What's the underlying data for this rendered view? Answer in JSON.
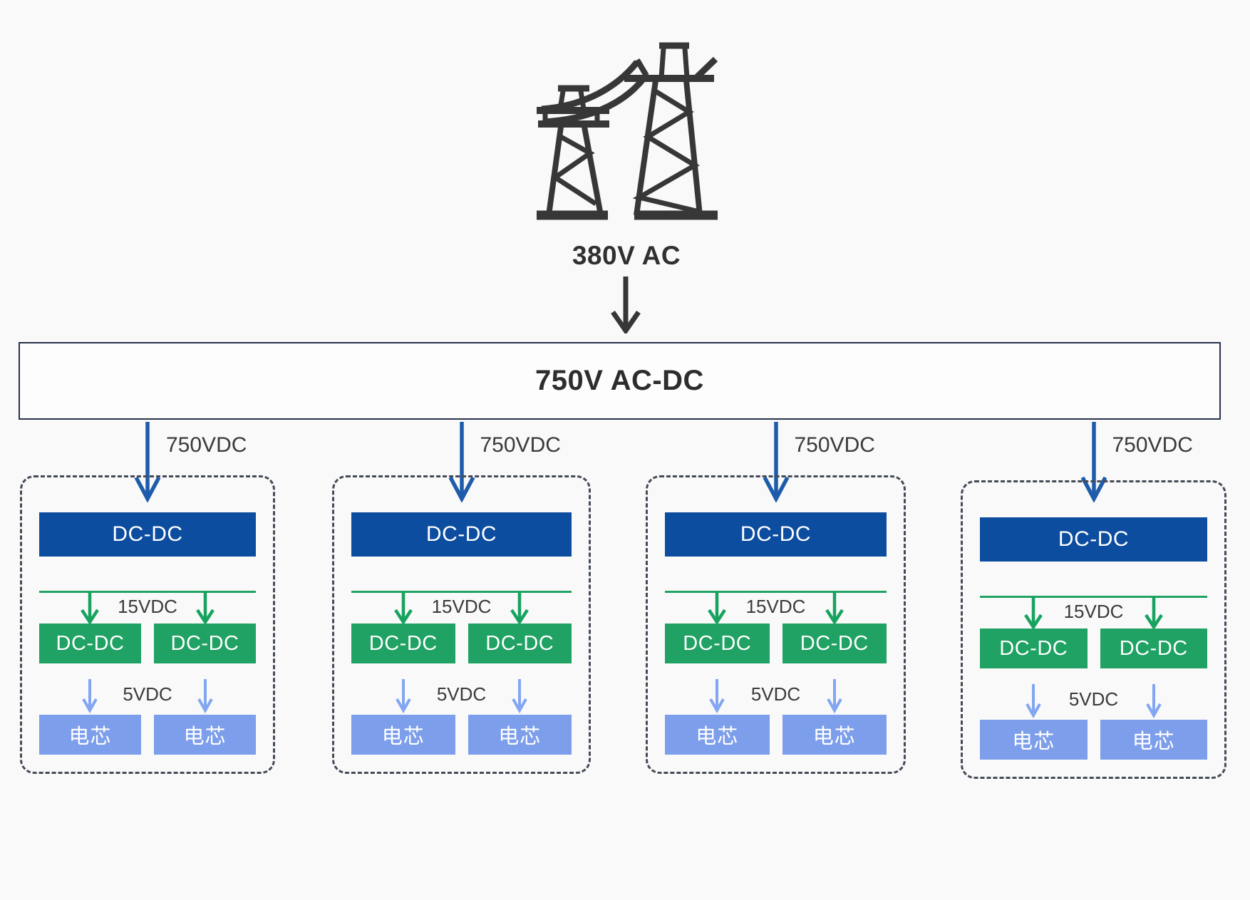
{
  "colors": {
    "bg": "#f9f9f9",
    "ink": "#373737",
    "label": "#3a3a3a",
    "box_border": "#29324e",
    "box_fill": "#fdfdfd",
    "blue": "#0d4d9f",
    "blue_arrow": "#1e5cab",
    "green": "#1fa263",
    "green_arrow": "#17a35f",
    "cell_blue": "#7d9eea",
    "cell_arrow": "#82a6f1",
    "dash": "#444b57"
  },
  "source": {
    "icon": "transmission-tower-icon",
    "voltage_label": "380V AC"
  },
  "rectifier": {
    "label": "750V AC-DC"
  },
  "branches": [
    {
      "feed_label": "750VDC",
      "primary_dcdc": "DC-DC",
      "mid_label": "15VDC",
      "sub_dcdc": [
        "DC-DC",
        "DC-DC"
      ],
      "out_label": "5VDC",
      "cells": [
        "电芯",
        "电芯"
      ]
    },
    {
      "feed_label": "750VDC",
      "primary_dcdc": "DC-DC",
      "mid_label": "15VDC",
      "sub_dcdc": [
        "DC-DC",
        "DC-DC"
      ],
      "out_label": "5VDC",
      "cells": [
        "电芯",
        "电芯"
      ]
    },
    {
      "feed_label": "750VDC",
      "primary_dcdc": "DC-DC",
      "mid_label": "15VDC",
      "sub_dcdc": [
        "DC-DC",
        "DC-DC"
      ],
      "out_label": "5VDC",
      "cells": [
        "电芯",
        "电芯"
      ]
    },
    {
      "feed_label": "750VDC",
      "primary_dcdc": "DC-DC",
      "mid_label": "15VDC",
      "sub_dcdc": [
        "DC-DC",
        "DC-DC"
      ],
      "out_label": "5VDC",
      "cells": [
        "电芯",
        "电芯"
      ]
    }
  ]
}
